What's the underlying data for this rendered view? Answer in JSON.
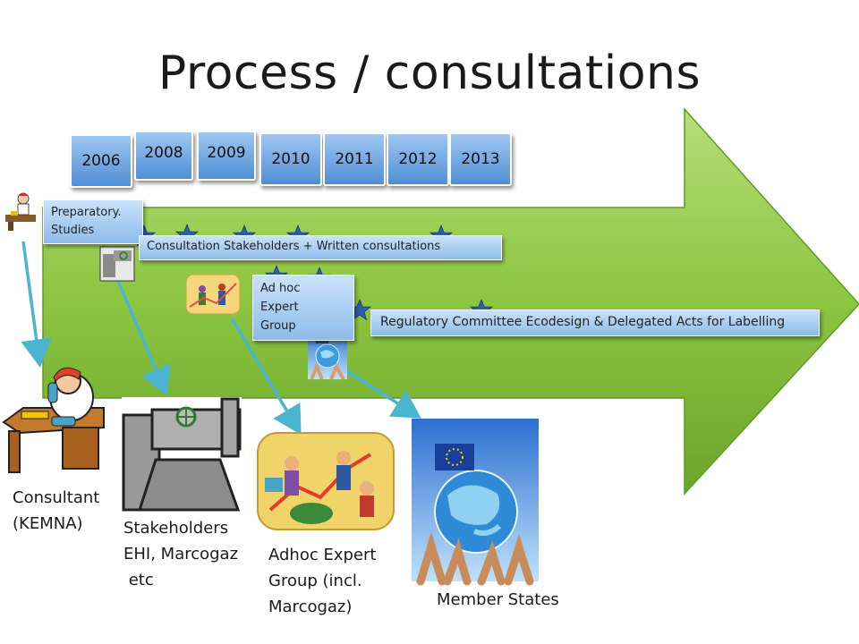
{
  "title": "Process / consultations",
  "years": [
    "2006",
    "2008",
    "2009",
    "2010",
    "2011",
    "2012",
    "2013"
  ],
  "boxes": {
    "preparatory": "Preparatory.\nStudies",
    "consultation": "Consultation  Stakeholders  + Written consultations",
    "adhoc": "Ad hoc\nExpert\nGroup",
    "regulatory": "Regulatory Committee Ecodesign & Delegated Acts for Labelling"
  },
  "labels": {
    "consultant": "Consultant\n(KEMNA)",
    "stakeholders": "Stakeholders\nEHI, Marcogaz\n etc",
    "adhoc_group": "Adhoc Expert\nGroup (incl.\nMarcogaz)",
    "member_states": "Member States"
  },
  "icons": [
    "consultant-icon",
    "pipes-icon",
    "expert-group-icon",
    "globe-hands-icon",
    "eu-flag-icon",
    "star-icon"
  ],
  "colors": {
    "arrow": "#8cc540",
    "arrow_dark": "#5f9a26",
    "box": "#8dbcea",
    "connector": "#4bb5cf",
    "star": "#2f5fa8"
  }
}
